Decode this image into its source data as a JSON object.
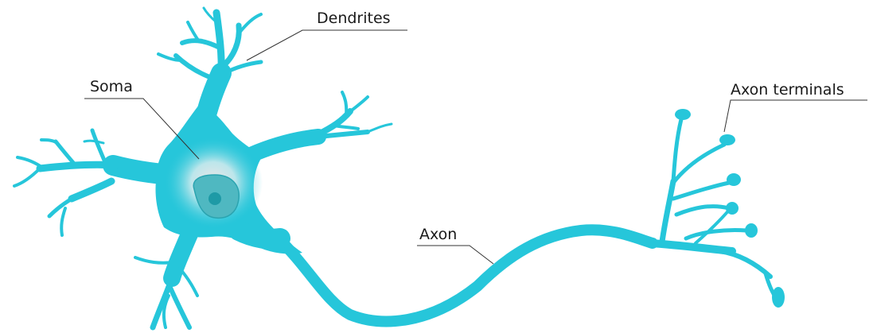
{
  "labels": {
    "dendrites": "Dendrites",
    "soma": "Soma",
    "axon_terminals": "Axon terminals",
    "axon": "Axon"
  },
  "colors": {
    "cell_body": "#26c6da",
    "nucleus": "#4fb8c1",
    "nucleolus": "#1e9aa6",
    "soma_glow": "#efe6e6",
    "leader_line": "#333333"
  }
}
